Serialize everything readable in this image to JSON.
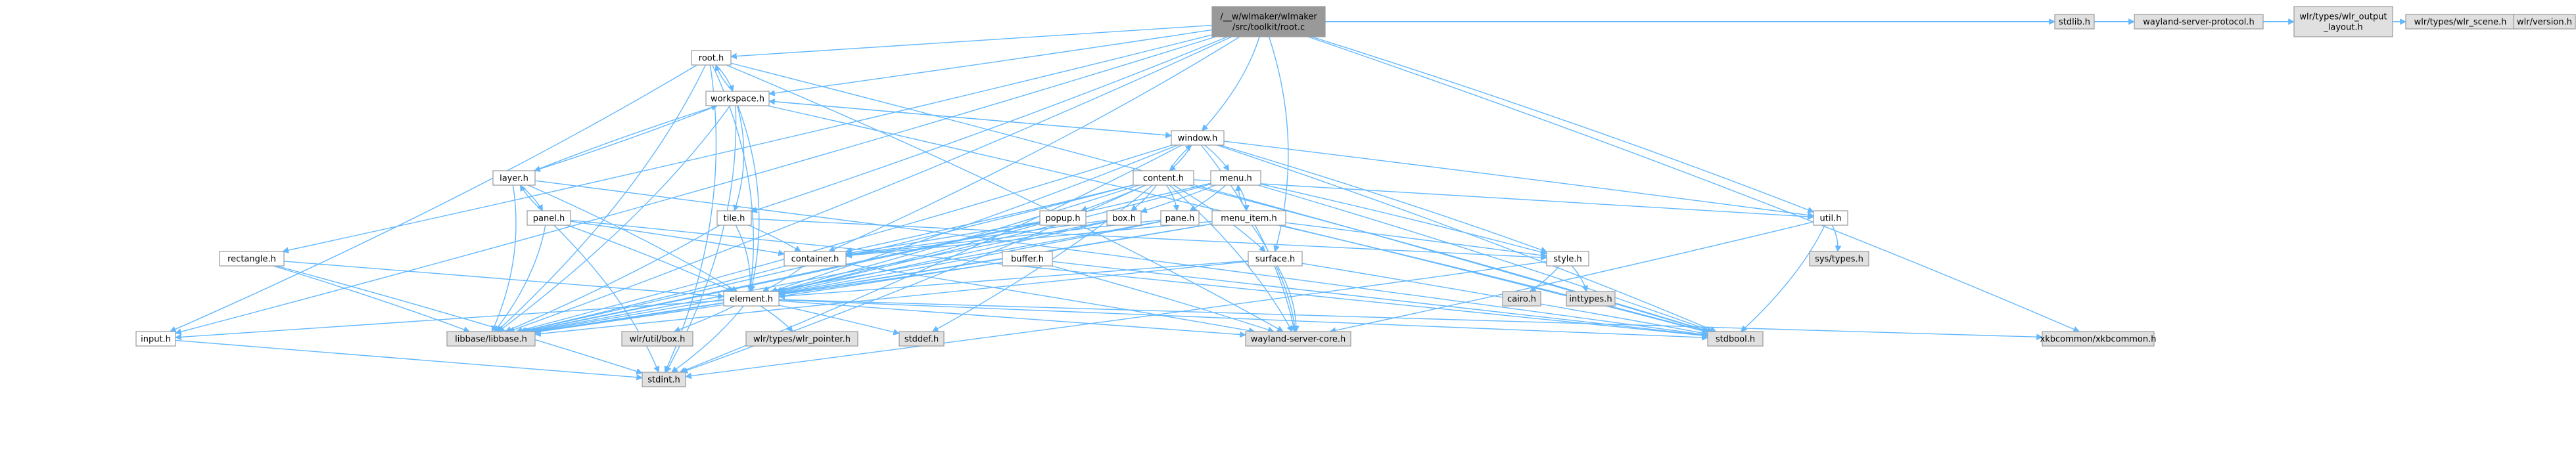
{
  "graph": {
    "colors": {
      "root_fill": "#999999",
      "node_fill": "#ffffff",
      "system_fill": "#e0e0e0",
      "border": "#999999",
      "edge": "#63b8ff"
    },
    "nodes": [
      {
        "id": "root_c",
        "lines": [
          "/__w/wlmaker/wlmaker",
          "/src/toolkit/root.c"
        ],
        "kind": "root"
      },
      {
        "id": "root_h",
        "lines": [
          "root.h"
        ],
        "kind": "local"
      },
      {
        "id": "workspace_h",
        "lines": [
          "workspace.h"
        ],
        "kind": "local"
      },
      {
        "id": "window_h",
        "lines": [
          "window.h"
        ],
        "kind": "local"
      },
      {
        "id": "content_h",
        "lines": [
          "content.h"
        ],
        "kind": "local"
      },
      {
        "id": "menu_h",
        "lines": [
          "menu.h"
        ],
        "kind": "local"
      },
      {
        "id": "menu_item_h",
        "lines": [
          "menu_item.h"
        ],
        "kind": "local"
      },
      {
        "id": "layer_h",
        "lines": [
          "layer.h"
        ],
        "kind": "local"
      },
      {
        "id": "panel_h",
        "lines": [
          "panel.h"
        ],
        "kind": "local"
      },
      {
        "id": "tile_h",
        "lines": [
          "tile.h"
        ],
        "kind": "local"
      },
      {
        "id": "popup_h",
        "lines": [
          "popup.h"
        ],
        "kind": "local"
      },
      {
        "id": "box_h",
        "lines": [
          "box.h"
        ],
        "kind": "local"
      },
      {
        "id": "pane_h",
        "lines": [
          "pane.h"
        ],
        "kind": "local"
      },
      {
        "id": "container_h",
        "lines": [
          "container.h"
        ],
        "kind": "local"
      },
      {
        "id": "buffer_h",
        "lines": [
          "buffer.h"
        ],
        "kind": "local"
      },
      {
        "id": "surface_h",
        "lines": [
          "surface.h"
        ],
        "kind": "local"
      },
      {
        "id": "style_h",
        "lines": [
          "style.h"
        ],
        "kind": "local"
      },
      {
        "id": "util_h",
        "lines": [
          "util.h"
        ],
        "kind": "local"
      },
      {
        "id": "rectangle_h",
        "lines": [
          "rectangle.h"
        ],
        "kind": "local"
      },
      {
        "id": "element_h",
        "lines": [
          "element.h"
        ],
        "kind": "local"
      },
      {
        "id": "input_h",
        "lines": [
          "input.h"
        ],
        "kind": "local"
      },
      {
        "id": "libbase_h",
        "lines": [
          "libbase/libbase.h"
        ],
        "kind": "system"
      },
      {
        "id": "stdint_h",
        "lines": [
          "stdint.h"
        ],
        "kind": "system"
      },
      {
        "id": "stdbool_h",
        "lines": [
          "stdbool.h"
        ],
        "kind": "system"
      },
      {
        "id": "stddef_h",
        "lines": [
          "stddef.h"
        ],
        "kind": "system"
      },
      {
        "id": "stdlib_h",
        "lines": [
          "stdlib.h"
        ],
        "kind": "system"
      },
      {
        "id": "wayland_server_core_h",
        "lines": [
          "wayland-server-core.h"
        ],
        "kind": "system"
      },
      {
        "id": "wayland_server_protocol_h",
        "lines": [
          "wayland-server-protocol.h"
        ],
        "kind": "system"
      },
      {
        "id": "wlr_output_layout_h",
        "lines": [
          "wlr/types/wlr_output",
          "_layout.h"
        ],
        "kind": "system"
      },
      {
        "id": "wlr_scene_h",
        "lines": [
          "wlr/types/wlr_scene.h"
        ],
        "kind": "system"
      },
      {
        "id": "wlr_version_h",
        "lines": [
          "wlr/version.h"
        ],
        "kind": "system"
      },
      {
        "id": "wlr_box_h",
        "lines": [
          "wlr/util/box.h"
        ],
        "kind": "system"
      },
      {
        "id": "wlr_pointer_h",
        "lines": [
          "wlr/types/wlr_pointer.h"
        ],
        "kind": "system"
      },
      {
        "id": "xkbcommon_h",
        "lines": [
          "xkbcommon/xkbcommon.h"
        ],
        "kind": "system"
      },
      {
        "id": "cairo_h",
        "lines": [
          "cairo.h"
        ],
        "kind": "system"
      },
      {
        "id": "inttypes_h",
        "lines": [
          "inttypes.h"
        ],
        "kind": "system"
      },
      {
        "id": "sys_types_h",
        "lines": [
          "sys/types.h"
        ],
        "kind": "system"
      }
    ],
    "edges": [
      [
        "root_c",
        "root_h"
      ],
      [
        "root_c",
        "workspace_h"
      ],
      [
        "root_c",
        "window_h"
      ],
      [
        "root_c",
        "tile_h"
      ],
      [
        "root_c",
        "container_h"
      ],
      [
        "root_c",
        "rectangle_h"
      ],
      [
        "root_c",
        "surface_h"
      ],
      [
        "root_c",
        "util_h"
      ],
      [
        "root_c",
        "input_h"
      ],
      [
        "root_c",
        "libbase_h"
      ],
      [
        "root_c",
        "stdlib_h"
      ],
      [
        "root_c",
        "wayland_server_protocol_h"
      ],
      [
        "root_c",
        "wlr_output_layout_h"
      ],
      [
        "root_c",
        "wlr_scene_h"
      ],
      [
        "root_c",
        "wlr_version_h"
      ],
      [
        "root_c",
        "xkbcommon_h"
      ],
      [
        "root_h",
        "workspace_h"
      ],
      [
        "root_h",
        "element_h"
      ],
      [
        "root_h",
        "input_h"
      ],
      [
        "root_h",
        "libbase_h"
      ],
      [
        "root_h",
        "stdbool_h"
      ],
      [
        "root_h",
        "stdint_h"
      ],
      [
        "root_h",
        "wayland_server_core_h"
      ],
      [
        "workspace_h",
        "root_h"
      ],
      [
        "workspace_h",
        "window_h"
      ],
      [
        "workspace_h",
        "layer_h"
      ],
      [
        "workspace_h",
        "tile_h"
      ],
      [
        "workspace_h",
        "element_h"
      ],
      [
        "workspace_h",
        "libbase_h"
      ],
      [
        "workspace_h",
        "stdbool_h"
      ],
      [
        "workspace_h",
        "stdint_h"
      ],
      [
        "window_h",
        "workspace_h"
      ],
      [
        "window_h",
        "content_h"
      ],
      [
        "window_h",
        "menu_h"
      ],
      [
        "window_h",
        "style_h"
      ],
      [
        "window_h",
        "util_h"
      ],
      [
        "window_h",
        "element_h"
      ],
      [
        "window_h",
        "libbase_h"
      ],
      [
        "window_h",
        "stdbool_h"
      ],
      [
        "window_h",
        "wayland_server_core_h"
      ],
      [
        "window_h",
        "stdint_h"
      ],
      [
        "content_h",
        "window_h"
      ],
      [
        "content_h",
        "popup_h"
      ],
      [
        "content_h",
        "box_h"
      ],
      [
        "content_h",
        "pane_h"
      ],
      [
        "content_h",
        "container_h"
      ],
      [
        "content_h",
        "surface_h"
      ],
      [
        "content_h",
        "util_h"
      ],
      [
        "content_h",
        "element_h"
      ],
      [
        "content_h",
        "libbase_h"
      ],
      [
        "content_h",
        "stdbool_h"
      ],
      [
        "content_h",
        "wayland_server_core_h"
      ],
      [
        "content_h",
        "stddef_h"
      ],
      [
        "content_h",
        "stdint_h"
      ],
      [
        "menu_h",
        "menu_item_h"
      ],
      [
        "menu_h",
        "box_h"
      ],
      [
        "menu_h",
        "pane_h"
      ],
      [
        "menu_h",
        "style_h"
      ],
      [
        "menu_h",
        "element_h"
      ],
      [
        "menu_h",
        "libbase_h"
      ],
      [
        "menu_h",
        "stdbool_h"
      ],
      [
        "menu_item_h",
        "menu_h"
      ],
      [
        "menu_item_h",
        "style_h"
      ],
      [
        "menu_item_h",
        "element_h"
      ],
      [
        "menu_item_h",
        "libbase_h"
      ],
      [
        "menu_item_h",
        "container_h"
      ],
      [
        "menu_item_h",
        "stdbool_h"
      ],
      [
        "menu_item_h",
        "wayland_server_core_h"
      ],
      [
        "layer_h",
        "workspace_h"
      ],
      [
        "layer_h",
        "panel_h"
      ],
      [
        "layer_h",
        "element_h"
      ],
      [
        "layer_h",
        "libbase_h"
      ],
      [
        "layer_h",
        "stdbool_h"
      ],
      [
        "panel_h",
        "layer_h"
      ],
      [
        "panel_h",
        "container_h"
      ],
      [
        "panel_h",
        "element_h"
      ],
      [
        "panel_h",
        "libbase_h"
      ],
      [
        "panel_h",
        "stdint_h"
      ],
      [
        "panel_h",
        "stdbool_h"
      ],
      [
        "tile_h",
        "container_h"
      ],
      [
        "tile_h",
        "element_h"
      ],
      [
        "tile_h",
        "libbase_h"
      ],
      [
        "tile_h",
        "style_h"
      ],
      [
        "popup_h",
        "container_h"
      ],
      [
        "popup_h",
        "element_h"
      ],
      [
        "popup_h",
        "libbase_h"
      ],
      [
        "box_h",
        "container_h"
      ],
      [
        "box_h",
        "element_h"
      ],
      [
        "box_h",
        "libbase_h"
      ],
      [
        "pane_h",
        "container_h"
      ],
      [
        "pane_h",
        "element_h"
      ],
      [
        "pane_h",
        "libbase_h"
      ],
      [
        "container_h",
        "element_h"
      ],
      [
        "container_h",
        "libbase_h"
      ],
      [
        "container_h",
        "wayland_server_core_h"
      ],
      [
        "buffer_h",
        "element_h"
      ],
      [
        "buffer_h",
        "libbase_h"
      ],
      [
        "buffer_h",
        "stdbool_h"
      ],
      [
        "buffer_h",
        "wayland_server_core_h"
      ],
      [
        "surface_h",
        "element_h"
      ],
      [
        "surface_h",
        "libbase_h"
      ],
      [
        "surface_h",
        "stdbool_h"
      ],
      [
        "surface_h",
        "wayland_server_core_h"
      ],
      [
        "style_h",
        "cairo_h"
      ],
      [
        "style_h",
        "inttypes_h"
      ],
      [
        "style_h",
        "stdint_h"
      ],
      [
        "util_h",
        "sys_types_h"
      ],
      [
        "util_h",
        "stdbool_h"
      ],
      [
        "util_h",
        "wayland_server_core_h"
      ],
      [
        "rectangle_h",
        "element_h"
      ],
      [
        "rectangle_h",
        "libbase_h"
      ],
      [
        "rectangle_h",
        "stdint_h"
      ],
      [
        "element_h",
        "input_h"
      ],
      [
        "element_h",
        "libbase_h"
      ],
      [
        "element_h",
        "stdbool_h"
      ],
      [
        "element_h",
        "stddef_h"
      ],
      [
        "element_h",
        "stdint_h"
      ],
      [
        "element_h",
        "wayland_server_core_h"
      ],
      [
        "element_h",
        "wlr_box_h"
      ],
      [
        "element_h",
        "wlr_pointer_h"
      ],
      [
        "element_h",
        "xkbcommon_h"
      ],
      [
        "input_h",
        "stdint_h"
      ]
    ]
  }
}
